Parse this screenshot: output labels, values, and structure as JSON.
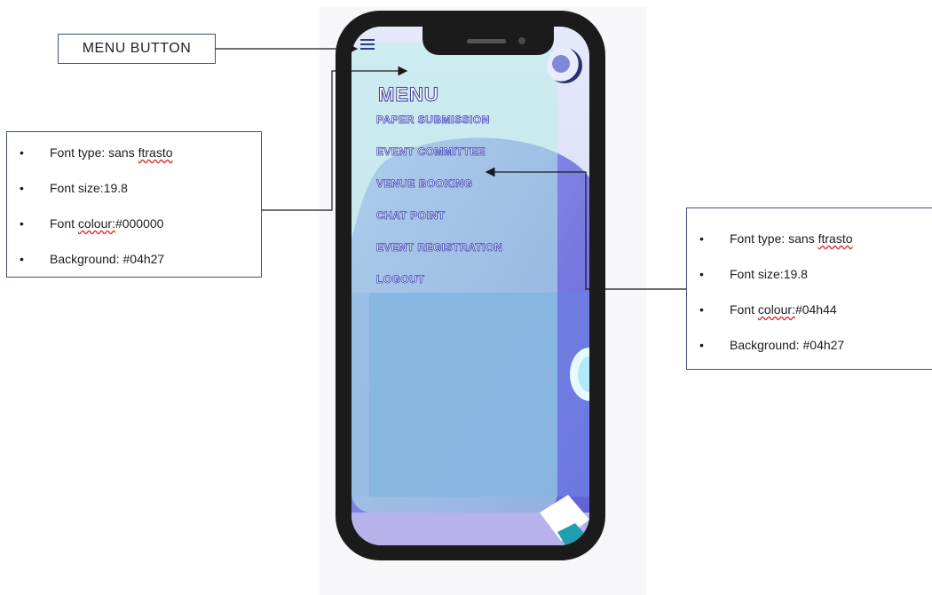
{
  "annotation": {
    "menu_button_label": "MENU BUTTON"
  },
  "left_spec": [
    {
      "label": "Font type:  sans ",
      "underlined": "ftrasto",
      "rest": ""
    },
    {
      "label": "Font size:19.8",
      "underlined": "",
      "rest": ""
    },
    {
      "label": "Font ",
      "underlined": "colour:",
      "rest": "#000000"
    },
    {
      "label": "Background: #04h27",
      "underlined": "",
      "rest": ""
    }
  ],
  "right_spec": [
    {
      "label": "Font type:  sans ",
      "underlined": "ftrasto",
      "rest": ""
    },
    {
      "label": "Font size:19.8",
      "underlined": "",
      "rest": ""
    },
    {
      "label": "Font ",
      "underlined": "colour:",
      "rest": "#04h44"
    },
    {
      "label": "Background: #04h27",
      "underlined": "",
      "rest": ""
    }
  ],
  "phone_menu": {
    "title": "MENU",
    "items": [
      "PAPER SUBMISSION",
      "EVENT COMMITTEE",
      "VENUE BOOKING",
      "CHAT POINT",
      "EVENT REGISTRATION",
      "LOGOUT"
    ]
  },
  "colors": {
    "panel": "#b9eee8",
    "accent_purple": "#6b6be6",
    "accent_blue": "#6ea2d8",
    "annotation_border": "#3d4f78"
  }
}
